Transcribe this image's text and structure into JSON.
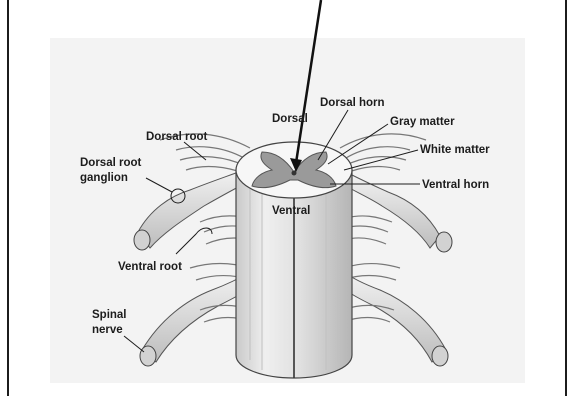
{
  "labels": {
    "dorsal": "Dorsal",
    "dorsal_horn": "Dorsal horn",
    "gray_matter": "Gray matter",
    "white_matter": "White matter",
    "ventral_horn": "Ventral horn",
    "dorsal_root": "Dorsal root",
    "dorsal_root_ganglion_line1": "Dorsal root",
    "dorsal_root_ganglion_line2": "ganglion",
    "ventral": "Ventral",
    "ventral_root": "Ventral root",
    "spinal_nerve_line1": "Spinal",
    "spinal_nerve_line2": "nerve"
  }
}
